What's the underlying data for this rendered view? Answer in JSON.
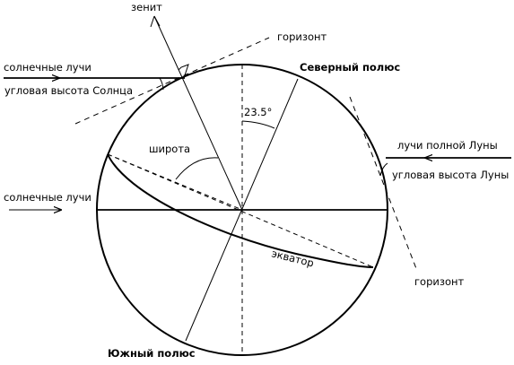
{
  "labels": {
    "zenith": "зенит",
    "horizon_top": "горизонт",
    "sun_rays_top": "солнечные лучи",
    "sun_altitude": "угловая высота Солнца",
    "north_pole": "Северный полюс",
    "tilt": "23.5°",
    "latitude": "широта",
    "moon_rays": "лучи полной Луны",
    "moon_altitude": "угловая высота Луны",
    "sun_rays_mid": "солнечные лучи",
    "equator": "экватор",
    "horizon_right": "горизонт",
    "south_pole": "Южный полюс"
  },
  "colors": {
    "ink": "#000000",
    "background": "#ffffff"
  }
}
